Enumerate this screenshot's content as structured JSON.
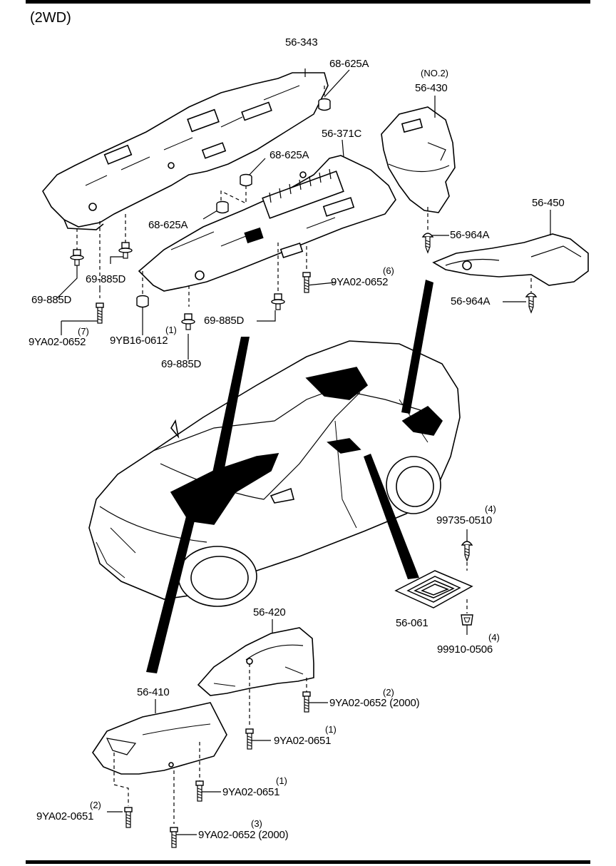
{
  "header": {
    "title": "(2WD)"
  },
  "parts": {
    "p56_343": "56-343",
    "p68_625A_a": "68-625A",
    "no2": "(NO.2)",
    "p56_430": "56-430",
    "p56_371C": "56-371C",
    "p68_625A_b": "68-625A",
    "p68_625A_c": "68-625A",
    "p56_964A_a": "56-964A",
    "p56_450": "56-450",
    "p69_885D_a": "69-885D",
    "p69_885D_b": "69-885D",
    "p9YA02_0652_a": "9YA02-0652",
    "q7": "(7)",
    "p9YB16_0612": "9YB16-0612",
    "q1_a": "(1)",
    "p69_885D_c": "69-885D",
    "p69_885D_d": "69-885D",
    "q6": "(6)",
    "p9YA02_0652_b": "9YA02-0652",
    "p56_964A_b": "56-964A",
    "q4_a": "(4)",
    "p99735_0510": "99735-0510",
    "p56_061": "56-061",
    "q4_b": "(4)",
    "p99910_0506": "99910-0506",
    "p56_420": "56-420",
    "q2_a": "(2)",
    "p9YA02_0652_2000_a": "9YA02-0652 (2000)",
    "p56_410": "56-410",
    "q1_b": "(1)",
    "p9YA02_0651_a": "9YA02-0651",
    "q1_c": "(1)",
    "p9YA02_0651_b": "9YA02-0651",
    "q2_b": "(2)",
    "p9YA02_0651_c": "9YA02-0651",
    "q3": "(3)",
    "p9YA02_0652_2000_b": "9YA02-0652 (2000)"
  }
}
